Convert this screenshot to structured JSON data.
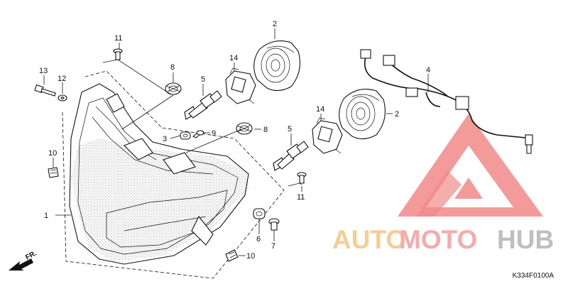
{
  "diagram": {
    "reference_code": "K334F0100A",
    "direction_label": "FR.",
    "callouts": [
      {
        "id": "c1",
        "label": "1"
      },
      {
        "id": "c2a",
        "label": "2"
      },
      {
        "id": "c2b",
        "label": "2"
      },
      {
        "id": "c3",
        "label": "3"
      },
      {
        "id": "c4",
        "label": "4"
      },
      {
        "id": "c5a",
        "label": "5"
      },
      {
        "id": "c5b",
        "label": "5"
      },
      {
        "id": "c6",
        "label": "6"
      },
      {
        "id": "c7",
        "label": "7"
      },
      {
        "id": "c8a",
        "label": "8"
      },
      {
        "id": "c8b",
        "label": "8"
      },
      {
        "id": "c9",
        "label": "9"
      },
      {
        "id": "c10a",
        "label": "10"
      },
      {
        "id": "c10b",
        "label": "10"
      },
      {
        "id": "c11a",
        "label": "11"
      },
      {
        "id": "c11b",
        "label": "11"
      },
      {
        "id": "c12",
        "label": "12"
      },
      {
        "id": "c13",
        "label": "13"
      },
      {
        "id": "c14a",
        "label": "14"
      },
      {
        "id": "c14b",
        "label": "14"
      }
    ]
  },
  "watermark": {
    "part1": "AUTO",
    "part2": "MOTO",
    "part3": "HUB",
    "colors": {
      "auto": "#f3c98a",
      "moto": "#f4a3a3",
      "hub": "#b9b9b9",
      "triangle": "#f07d7d"
    }
  }
}
